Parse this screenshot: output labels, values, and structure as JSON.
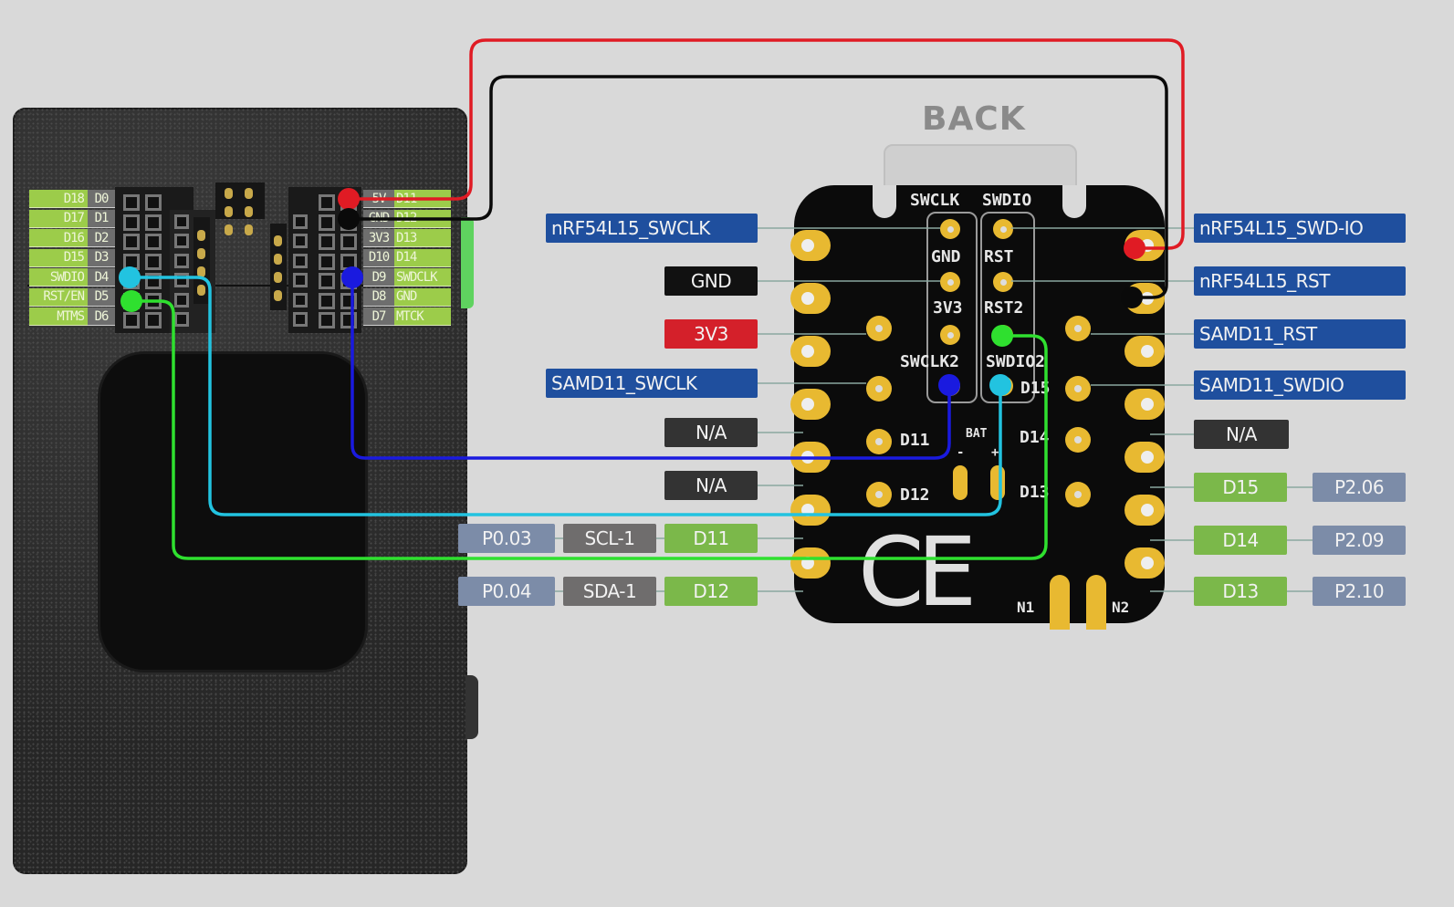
{
  "title": "BACK",
  "debugger": {
    "left_header_labels": [
      {
        "outer": "D18",
        "inner": "D0"
      },
      {
        "outer": "D17",
        "inner": "D1"
      },
      {
        "outer": "D16",
        "inner": "D2"
      },
      {
        "outer": "D15",
        "inner": "D3"
      },
      {
        "outer": "SWDIO",
        "inner": "D4"
      },
      {
        "outer": "RST/EN",
        "inner": "D5"
      },
      {
        "outer": "MTMS",
        "inner": "D6"
      }
    ],
    "right_header_labels": [
      {
        "inner": "5V",
        "outer": "D11"
      },
      {
        "inner": "GND",
        "outer": "D12"
      },
      {
        "inner": "3V3",
        "outer": "D13"
      },
      {
        "inner": "D10",
        "outer": "D14"
      },
      {
        "inner": "D9",
        "outer": "SWDCLK"
      },
      {
        "inner": "D8",
        "outer": "GND"
      },
      {
        "inner": "D7",
        "outer": "MTCK"
      }
    ]
  },
  "board": {
    "silkscreen": {
      "swclk": "SWCLK",
      "swdio": "SWDIO",
      "gnd": "GND",
      "rst": "RST",
      "v3v3": "3V3",
      "rst2": "RST2",
      "swclk2": "SWCLK2",
      "swdio2": "SWDIO2",
      "d15": "D15",
      "d11": "D11",
      "d12": "D12",
      "d14": "D14",
      "d13": "D13",
      "bat": "BAT",
      "bat_minus": "-",
      "bat_plus": "+",
      "n1": "N1",
      "n2": "N2",
      "ce": "CE"
    }
  },
  "left_labels": [
    {
      "text": "nRF54L15_SWCLK",
      "color": "blue"
    },
    {
      "text": "GND",
      "color": "black"
    },
    {
      "text": "3V3",
      "color": "red"
    },
    {
      "text": "SAMD11_SWCLK",
      "color": "blue"
    },
    {
      "text": "N/A",
      "color": "dark"
    },
    {
      "text": "N/A",
      "color": "dark"
    },
    {
      "port": "P0.03",
      "func": "SCL-1",
      "pin": "D11"
    },
    {
      "port": "P0.04",
      "func": "SDA-1",
      "pin": "D12"
    }
  ],
  "right_labels": [
    {
      "text": "nRF54L15_SWD-IO",
      "color": "blue"
    },
    {
      "text": "nRF54L15_RST",
      "color": "blue"
    },
    {
      "text": "SAMD11_RST",
      "color": "blue"
    },
    {
      "text": "SAMD11_SWDIO",
      "color": "blue"
    },
    {
      "text": "N/A",
      "color": "dark"
    },
    {
      "pin": "D15",
      "port": "P2.06"
    },
    {
      "pin": "D14",
      "port": "P2.09"
    },
    {
      "pin": "D13",
      "port": "P2.10"
    }
  ],
  "wires": [
    {
      "name": "red",
      "color": "#e01b24",
      "from": "debugger 5V",
      "to": "nRF54L15_SWD-IO"
    },
    {
      "name": "black",
      "color": "#0a0a0a",
      "from": "debugger GND",
      "to": "nRF54L15_RST"
    },
    {
      "name": "blue",
      "color": "#1a1adf",
      "from": "debugger D9 (SWDCLK)",
      "to": "SWCLK2"
    },
    {
      "name": "cyan",
      "color": "#22c3e0",
      "from": "debugger D4 (SWDIO)",
      "to": "SWDIO2"
    },
    {
      "name": "green",
      "color": "#2fe02f",
      "from": "debugger D5 (RST/EN)",
      "to": "RST2"
    }
  ]
}
